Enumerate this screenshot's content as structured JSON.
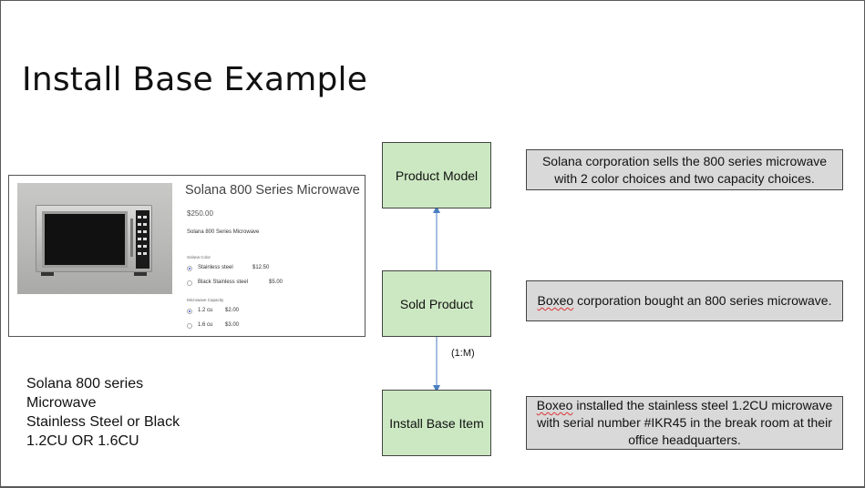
{
  "slide": {
    "title": "Install Base Example"
  },
  "product_card": {
    "name": "Solana 800 Series Microwave",
    "price": "$250.00",
    "description": "Solana 800 Series Microwave",
    "color_label": "Solana Color",
    "color_options": [
      {
        "name": "Stainless steel",
        "price": "$12.50",
        "selected": true
      },
      {
        "name": "Black Stainless steel",
        "price": "$5.00",
        "selected": false
      }
    ],
    "capacity_label": "Microwave Capacity",
    "capacity_options": [
      {
        "name": "1.2 cu",
        "price": "$2.00",
        "selected": true
      },
      {
        "name": "1.6 cu",
        "price": "$3.00",
        "selected": false
      }
    ]
  },
  "summary": {
    "lines": [
      "Solana 800 series",
      "Microwave",
      "Stainless Steel or Black",
      "1.2CU OR 1.6CU"
    ]
  },
  "diagram": {
    "nodes": {
      "product_model": "Product Model",
      "sold_product": "Sold Product",
      "install_base_item": "Install Base Item"
    },
    "cardinality": "(1:M)",
    "notes": {
      "product_model": "Solana corporation sells the 800 series microwave with 2 color choices and two capacity choices.",
      "sold_product_lead": "Boxeo",
      "sold_product_rest": " corporation bought an 800 series microwave.",
      "install_base_lead": "Boxeo",
      "install_base_rest": " installed the stainless steel 1.2CU microwave with serial number #IKR45 in the break room at their office headquarters."
    },
    "colors": {
      "node_fill": "#cce8c2",
      "note_fill": "#d9d9d9",
      "connector": "#4a7fc1"
    }
  }
}
